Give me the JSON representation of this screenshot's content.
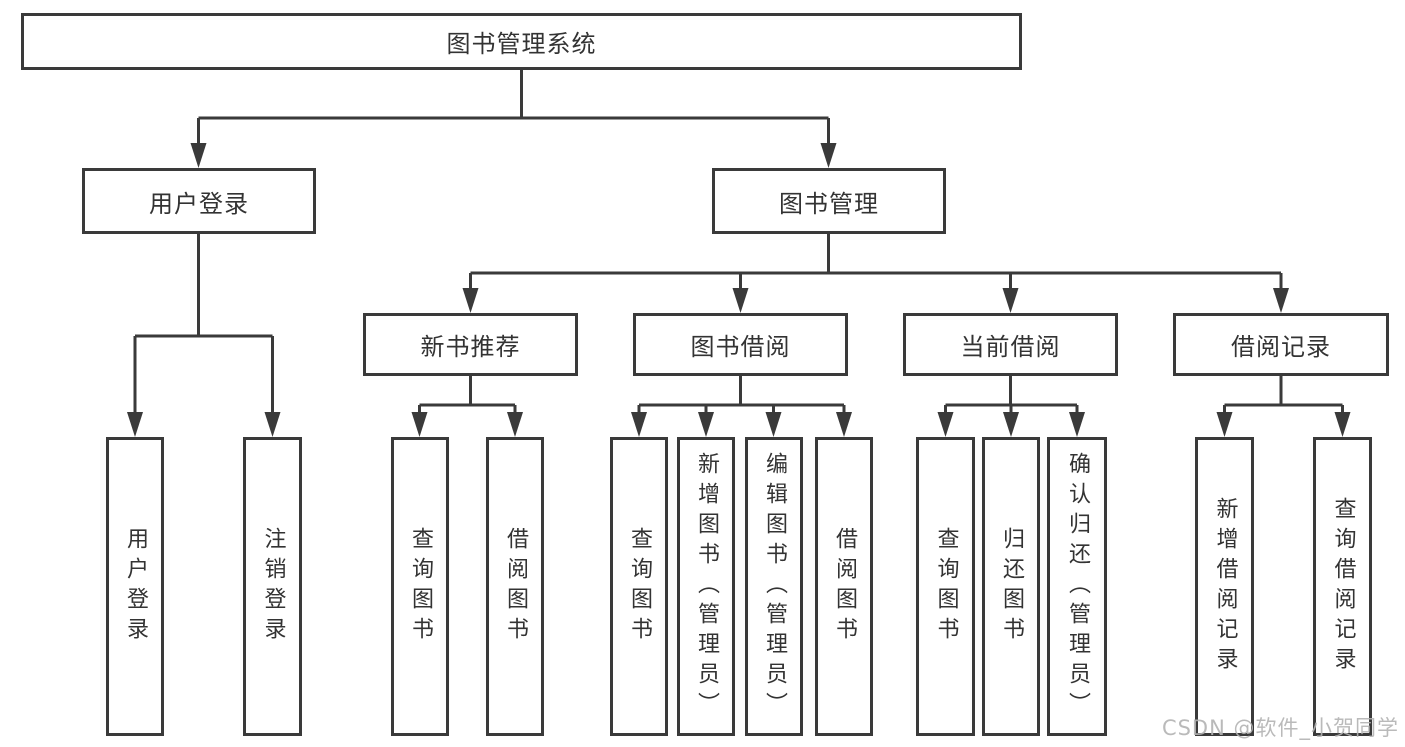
{
  "diagram_type": "hierarchy-tree",
  "colors": {
    "line": "#3a3a3a",
    "text": "#333333",
    "background": "#ffffff",
    "watermark": "#b3b3b3"
  },
  "watermark": "CSDN @软件_小贺同学",
  "tree": {
    "label": "图书管理系统",
    "children": [
      {
        "label": "用户登录",
        "children": [
          {
            "label": "用户登录"
          },
          {
            "label": "注销登录"
          }
        ]
      },
      {
        "label": "图书管理",
        "children": [
          {
            "label": "新书推荐",
            "children": [
              {
                "label": "查询图书"
              },
              {
                "label": "借阅图书"
              }
            ]
          },
          {
            "label": "图书借阅",
            "children": [
              {
                "label": "查询图书"
              },
              {
                "label": "新增图书（管理员）"
              },
              {
                "label": "编辑图书（管理员）"
              },
              {
                "label": "借阅图书"
              }
            ]
          },
          {
            "label": "当前借阅",
            "children": [
              {
                "label": "查询图书"
              },
              {
                "label": "归还图书"
              },
              {
                "label": "确认归还（管理员）"
              }
            ]
          },
          {
            "label": "借阅记录",
            "children": [
              {
                "label": "新增借阅记录"
              },
              {
                "label": "查询借阅记录"
              }
            ]
          }
        ]
      }
    ]
  }
}
